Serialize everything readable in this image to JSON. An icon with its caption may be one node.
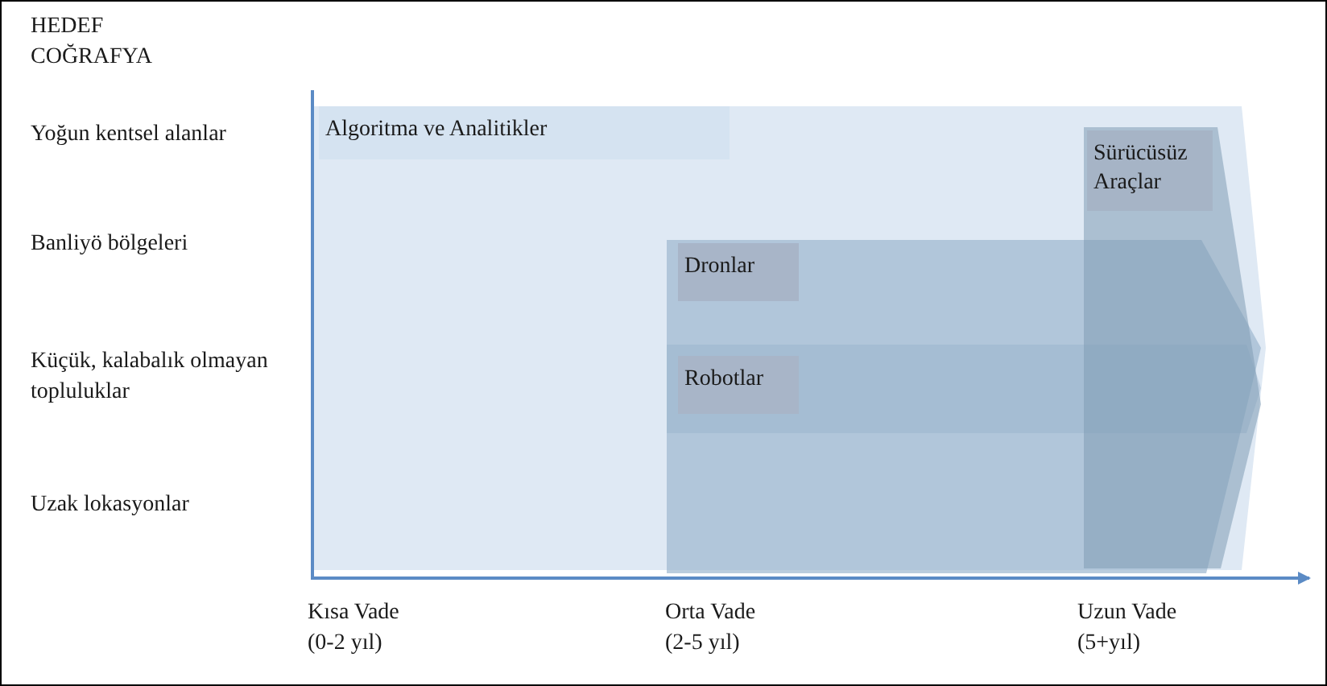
{
  "diagram": {
    "nodes": [
      {
        "text": [
          "Algoritma ve Analitikler"
        ]
      },
      {
        "text": [
          "Dronlar"
        ],
        "in": 0
      },
      {
        "text": [
          "Robotlar"
        ],
        "in": 1
      },
      {
        "text": [
          "Sürücüsüz Araçlar"
        ],
        "in": 0
      }
    ],
    "labels": [
      "HEDEF COĞRAFYA",
      "Yoğun kentsel alanlar",
      "Banliyö bölgeleri",
      "Küçük, kalabalık olmayan topluluklar",
      "Uzak lokasyonlar",
      "Kısa Vade",
      "(0-2 yıl)",
      "Orta Vade",
      "(2-5 yıl)",
      "Uzun Vade",
      "(5+yıl)"
    ]
  }
}
